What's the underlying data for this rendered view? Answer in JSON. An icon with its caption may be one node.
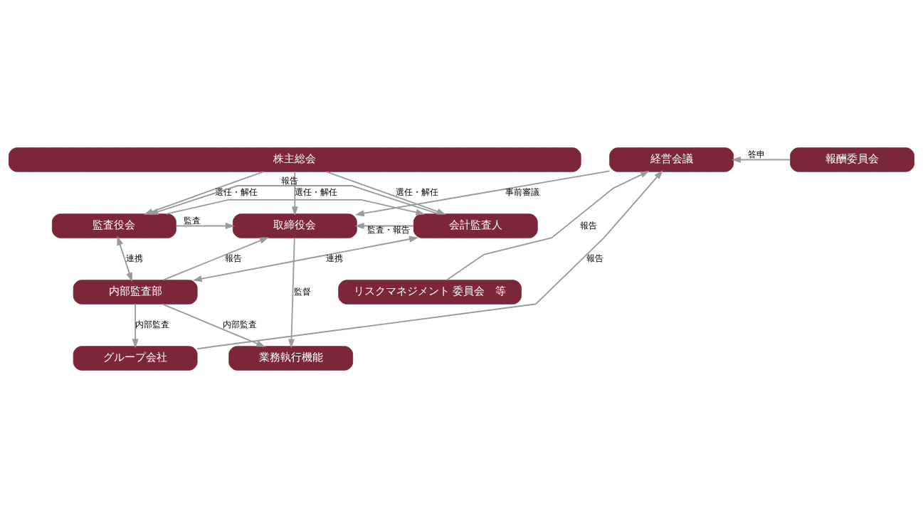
{
  "diagram": {
    "nodes": [
      {
        "text": [
          "株主総会"
        ]
      },
      {
        "text": [
          "監査役会"
        ]
      },
      {
        "text": [
          "取締役会"
        ]
      },
      {
        "text": [
          "会計監査人"
        ]
      },
      {
        "text": [
          "経営会議"
        ]
      },
      {
        "text": [
          "報酬委員会"
        ]
      },
      {
        "text": [
          "内部監査部"
        ]
      },
      {
        "text": [
          "リスクマネジメント 委員会　等"
        ]
      },
      {
        "text": [
          "グループ会社"
        ]
      },
      {
        "text": [
          "業務執行機能"
        ]
      }
    ],
    "edges": [
      {
        "from": 0,
        "to": 1,
        "arrow": "to",
        "label": "選任・解任"
      },
      {
        "from": 0,
        "to": 2,
        "arrow": "to",
        "label": "選任・解任"
      },
      {
        "from": 0,
        "to": 3,
        "arrow": "to",
        "label": "選任・解任"
      },
      {
        "from": 1,
        "to": 2,
        "arrow": "to",
        "label": "監査"
      },
      {
        "from": 3,
        "to": 2,
        "arrow": "to",
        "label": "監査・報告"
      },
      {
        "from": 1,
        "to": 6,
        "arrow": "both",
        "label": "連携"
      },
      {
        "from": 4,
        "to": 2,
        "arrow": "to",
        "label": "事前審議"
      },
      {
        "from": 5,
        "to": 4,
        "arrow": "to",
        "label": "答申"
      },
      {
        "from": 7,
        "to": 4,
        "arrow": "to",
        "label": "報告"
      },
      {
        "from": 6,
        "to": 2,
        "arrow": "to",
        "label": "報告"
      },
      {
        "from": 8,
        "to": 4,
        "arrow": "to",
        "label": "報告"
      },
      {
        "from": 6,
        "to": 8,
        "arrow": "to",
        "label": "内部監査"
      },
      {
        "from": 6,
        "to": 9,
        "arrow": "to",
        "label": "内部監査"
      },
      {
        "from": 2,
        "to": 9,
        "arrow": "to",
        "label": "監督"
      },
      {
        "from": 1,
        "to": 3,
        "arrow": "to"
      },
      {
        "from": 3,
        "to": 1,
        "arrow": "to",
        "label": "報告"
      },
      {
        "from": 6,
        "to": 3,
        "arrow": "both",
        "label": "連携"
      }
    ]
  }
}
